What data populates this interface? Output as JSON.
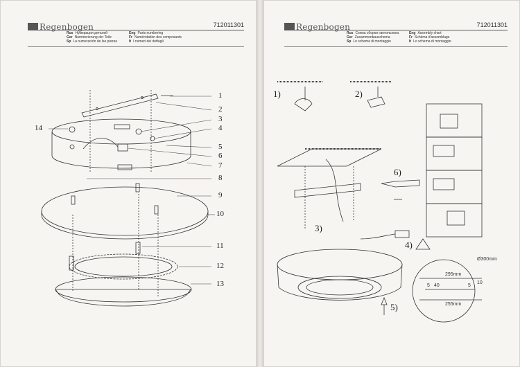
{
  "brand": "Regenbogen",
  "left_page": {
    "code": "712011301",
    "headers": [
      {
        "lang": "Rus",
        "text": "Нумерация деталей"
      },
      {
        "lang": "Ger",
        "text": "Nummerierung der Teile"
      },
      {
        "lang": "Sp",
        "text": "La numeración de las piezas"
      },
      {
        "lang": "Eng",
        "text": "Parts numbering"
      },
      {
        "lang": "Fr",
        "text": "Numérotation des composants"
      },
      {
        "lang": "It",
        "text": "I numeri dei dettagli"
      }
    ],
    "part_numbers": [
      "1",
      "2",
      "3",
      "4",
      "5",
      "6",
      "7",
      "8",
      "9",
      "10",
      "11",
      "12",
      "13",
      "14"
    ]
  },
  "right_page": {
    "code": "712011301",
    "headers": [
      {
        "lang": "Rus",
        "text": "Схема сборки светильника"
      },
      {
        "lang": "Ger",
        "text": "Zusammenbauschema"
      },
      {
        "lang": "Sp",
        "text": "Lo schema di montaggio"
      },
      {
        "lang": "Eng",
        "text": "Assembly chart"
      },
      {
        "lang": "Fr",
        "text": "Schéma d'assemblage"
      },
      {
        "lang": "It",
        "text": "Lo schema di montaggio"
      }
    ],
    "steps": [
      "1)",
      "2)",
      "3)",
      "4)",
      "5)",
      "6)"
    ],
    "dimensions": {
      "diameter": "Ø300mm",
      "width_top": "295mm",
      "width_bottom": "255mm",
      "d5a": "5",
      "d5b": "5",
      "d10": "10",
      "d40": "40"
    }
  }
}
